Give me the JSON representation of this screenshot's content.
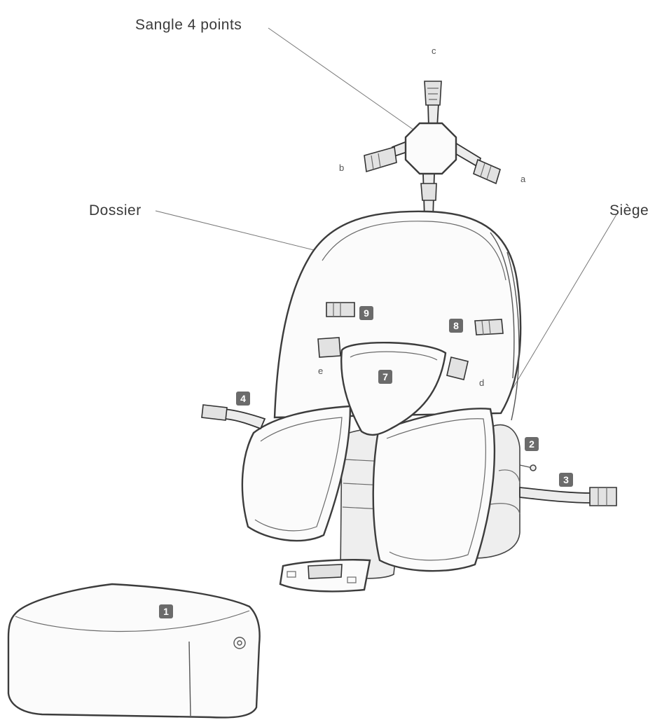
{
  "callouts": {
    "strap": "Sangle 4 points",
    "back": "Dossier",
    "seat": "Siège"
  },
  "strap_letters": {
    "a": "a",
    "b": "b",
    "c": "c",
    "d": "d",
    "e": "e"
  },
  "badges": {
    "b1": "1",
    "b2": "2",
    "b3": "3",
    "b4": "4",
    "b7": "7",
    "b8": "8",
    "b9": "9"
  },
  "colors": {
    "badge": "#6b6b6b",
    "line": "#3c3c3c"
  }
}
